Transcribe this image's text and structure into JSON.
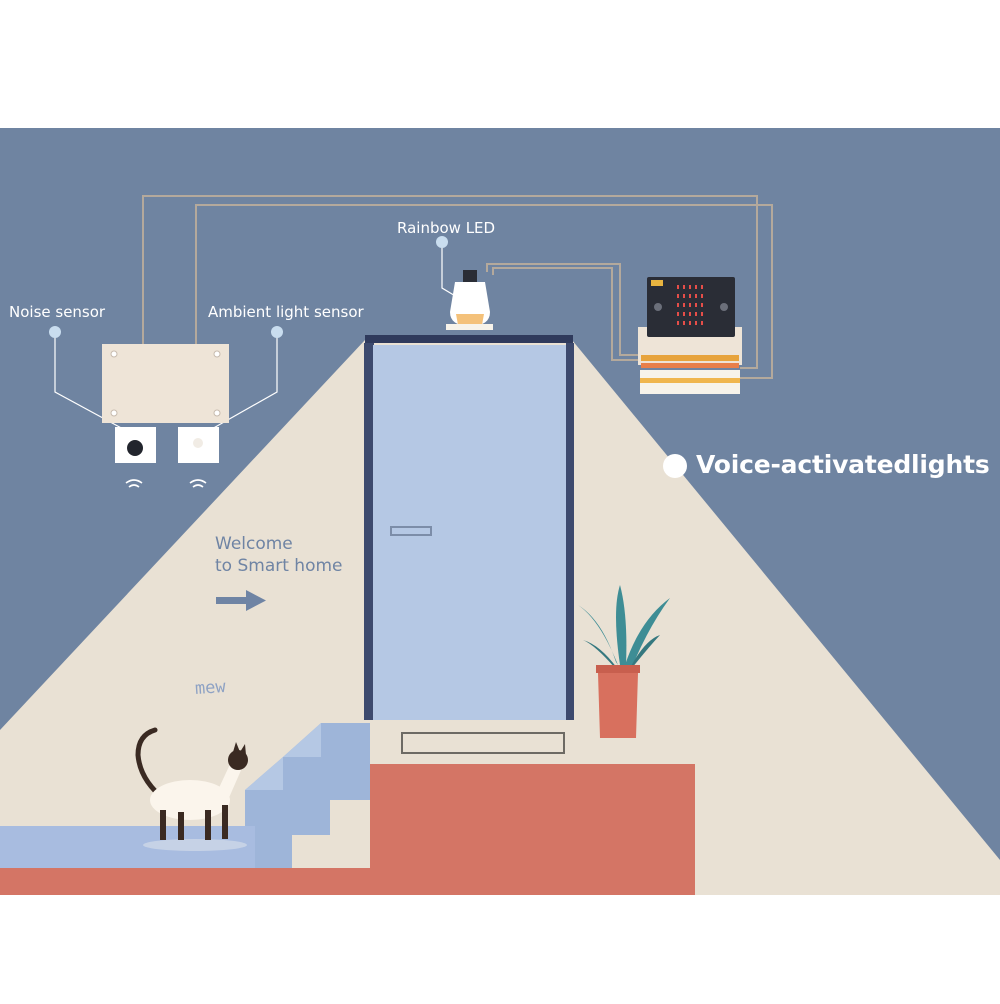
{
  "labels": {
    "noise_sensor": "Noise sensor",
    "ambient_light_sensor": "Ambient light sensor",
    "rainbow_led": "Rainbow LED",
    "voice_activated": "Voice-activatedlights",
    "welcome_line1": "Welcome",
    "welcome_line2": "to Smart home",
    "mew": "mew"
  },
  "colors": {
    "wall": "#6f84a1",
    "light_beam": "#e9e1d4",
    "door": "#b5c8e4",
    "door_frame": "#3d4a6e",
    "porch": "#d47565",
    "stairs": "#9eb5d9",
    "plant_leaf": "#3e8d95",
    "pot": "#d8705e",
    "sensor_box": "#eee4d7"
  },
  "icons": [
    "wifi-signal-icon",
    "arrow-right-icon",
    "led-bulb-icon",
    "microbit-board-icon",
    "cat-icon",
    "plant-icon"
  ]
}
